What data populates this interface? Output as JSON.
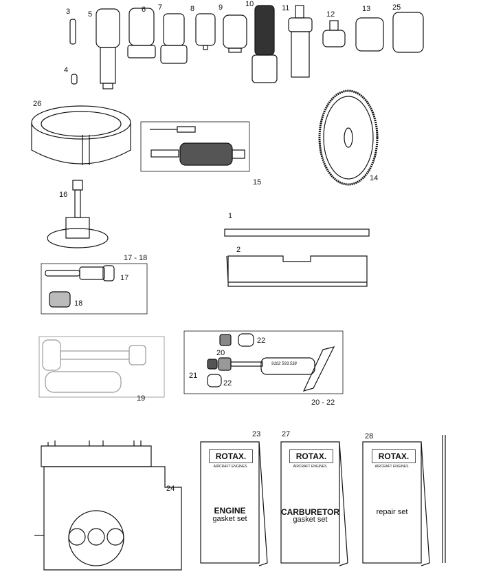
{
  "callouts": {
    "p1": "1",
    "p2": "2",
    "p3": "3",
    "p4": "4",
    "p5": "5",
    "p6": "6",
    "p7": "7",
    "p8": "8",
    "p9": "9",
    "p10": "10",
    "p11": "11",
    "p12": "12",
    "p13": "13",
    "p14": "14",
    "p15": "15",
    "p16": "16",
    "p17_18": "17 - 18",
    "p17": "17",
    "p18": "18",
    "p19": "19",
    "p20": "20",
    "p21": "21",
    "p22a": "22",
    "p22b": "22",
    "p20_22": "20 - 22",
    "p23": "23",
    "p24": "24",
    "p25": "25",
    "p26": "26",
    "p27": "27",
    "p28": "28"
  },
  "tool_marking": "9102 593.538",
  "books": [
    {
      "brand": "ROTAX.",
      "subtitle": "AIRCRAFT ENGINES",
      "title": "ENGINE",
      "subtitle2": "gasket set"
    },
    {
      "brand": "ROTAX.",
      "subtitle": "AIRCRAFT ENGINES",
      "title": "CARBURETOR",
      "subtitle2": "gasket set"
    },
    {
      "brand": "ROTAX.",
      "subtitle": "AIRCRAFT ENGINES",
      "title": "",
      "subtitle2": "repair set"
    }
  ]
}
